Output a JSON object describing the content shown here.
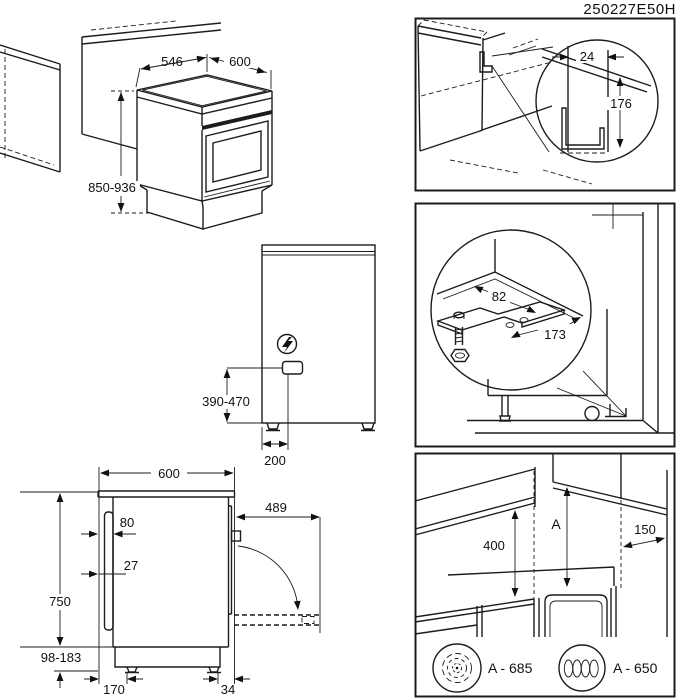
{
  "title": "250227E50H",
  "iso_view": {
    "depth": "546",
    "width": "600",
    "height": "850-936"
  },
  "rear_view": {
    "connection_height": "390-470",
    "connection_offset": "200"
  },
  "wall_bracket": {
    "width": "24",
    "height": "176"
  },
  "floor_bracket": {
    "width": "82",
    "length": "173"
  },
  "side_view": {
    "depth": "600",
    "rear_gap": "80",
    "rail_depth": "27",
    "height": "750",
    "plinth_height": "98-183",
    "rear_recess": "170",
    "front_recess": "34",
    "door_open": "489"
  },
  "clearances": {
    "cabinet_min": "400",
    "hood_min": "A",
    "side_wall_min": "150"
  },
  "legend": [
    {
      "icon": "radiant-hob-icon",
      "label": "A - 685"
    },
    {
      "icon": "induction-hob-icon",
      "label": "A - 650"
    }
  ],
  "colors": {
    "line": "#1c1c1c",
    "background": "#ffffff"
  }
}
